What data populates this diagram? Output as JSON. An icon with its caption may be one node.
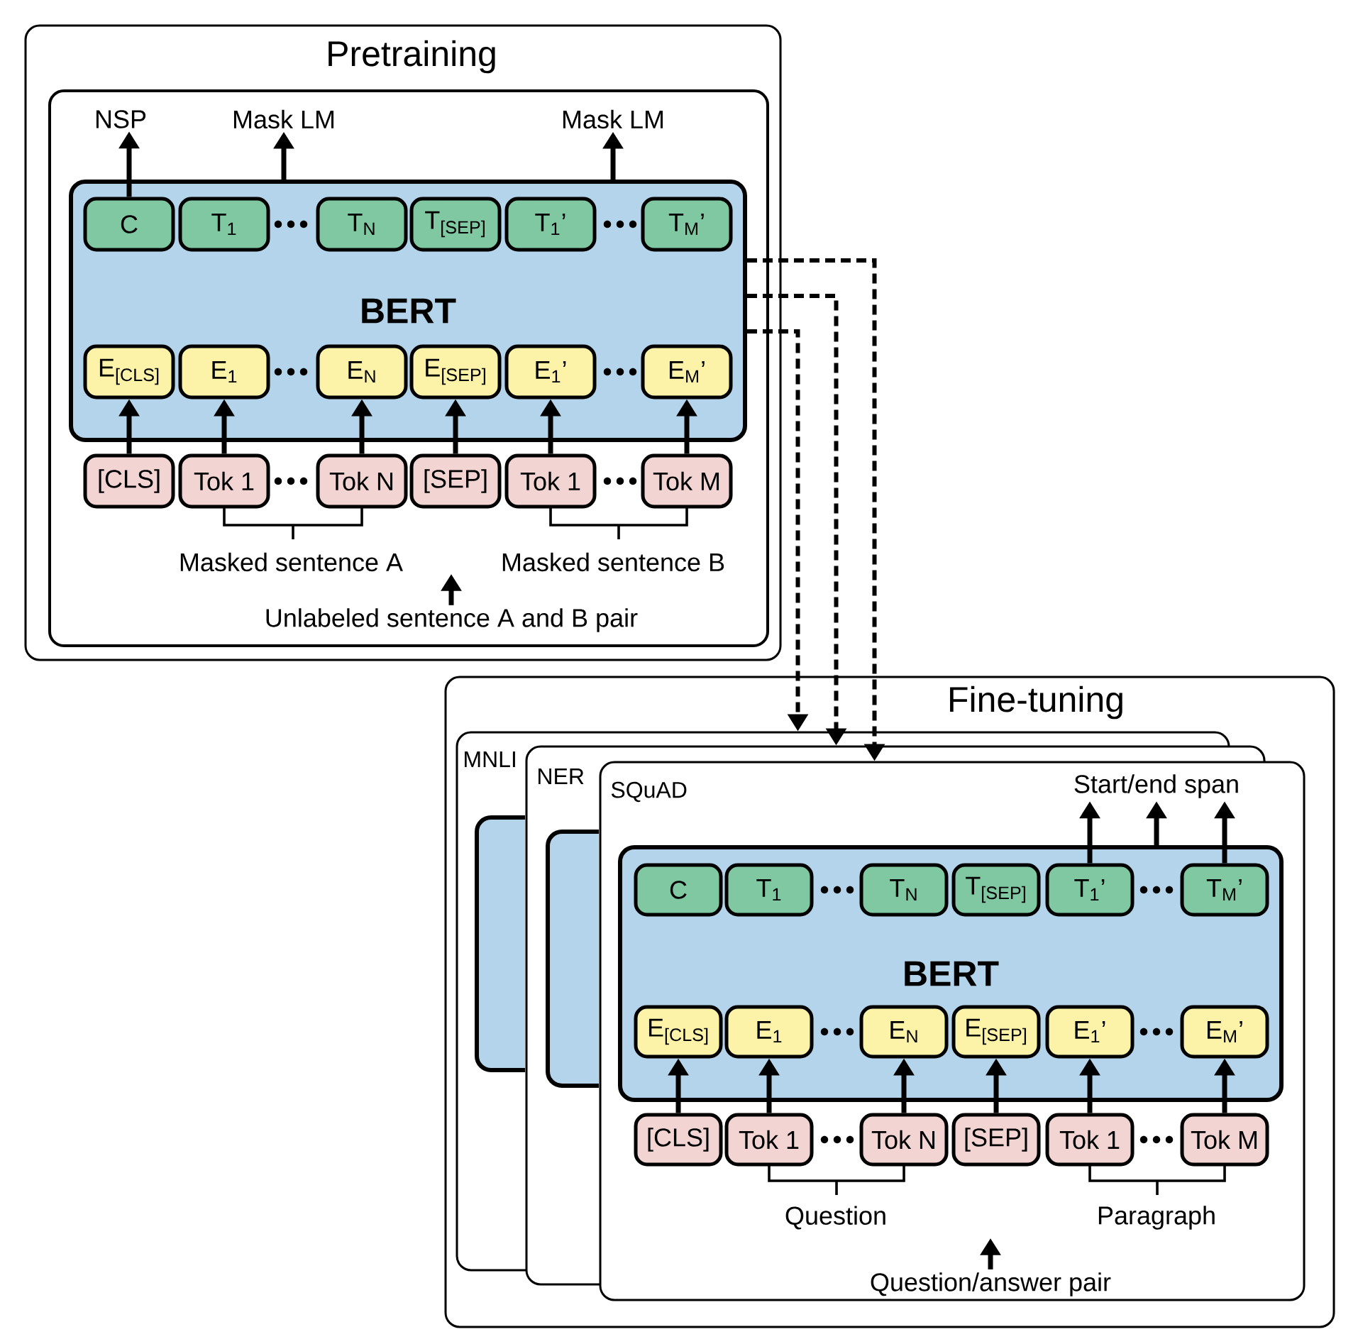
{
  "diagram": {
    "nodes": [
      {
        "text": [
          "Pretraining"
        ]
      },
      {
        "text": [],
        "shape": "box",
        "in": 0
      },
      {
        "text": [
          "NSP"
        ],
        "in": 1
      },
      {
        "text": [
          "Mask LM"
        ],
        "in": 1
      },
      {
        "text": [
          "Mask LM"
        ],
        "in": 1
      },
      {
        "text": [
          "BERT"
        ],
        "in": 1
      },
      {
        "text": [
          "C"
        ],
        "in": 5
      },
      {
        "text": [
          "T$_{1}$"
        ],
        "in": 5
      },
      {
        "text": [
          "T$_{N}$"
        ],
        "in": 5
      },
      {
        "text": [
          "T$_{[SEP]}$"
        ],
        "in": 5
      },
      {
        "text": [
          "T$_{1}$’"
        ],
        "in": 5
      },
      {
        "text": [
          "T$_{M}$’"
        ],
        "in": 5
      },
      {
        "text": [
          "E$_{[CLS]}$"
        ],
        "in": 5
      },
      {
        "text": [
          "E$_{1}$"
        ],
        "in": 5
      },
      {
        "text": [
          "E$_{N}$"
        ],
        "in": 5
      },
      {
        "text": [
          "E$_{[SEP]}$"
        ],
        "in": 5
      },
      {
        "text": [
          "E$_{1}$’"
        ],
        "in": 5
      },
      {
        "text": [
          "E$_{M}$’"
        ],
        "in": 5
      },
      {
        "text": [
          "[CLS]"
        ],
        "in": 1
      },
      {
        "text": [
          "Tok 1"
        ],
        "in": 1
      },
      {
        "text": [
          "Tok N"
        ],
        "in": 1
      },
      {
        "text": [
          "[SEP]"
        ],
        "in": 1
      },
      {
        "text": [
          "Tok 1"
        ],
        "in": 1
      },
      {
        "text": [
          "Tok M"
        ],
        "in": 1
      },
      {
        "text": [
          "Unlabeled sentence A and B pair"
        ],
        "in": 1
      },
      {
        "text": [
          "Fine-tuning"
        ]
      },
      {
        "text": [
          "MNLI"
        ],
        "in": 25
      },
      {
        "text": [],
        "shape": "box",
        "in": 26
      },
      {
        "text": [
          "NER"
        ],
        "in": 25
      },
      {
        "text": [],
        "shape": "box",
        "in": 28
      },
      {
        "text": [
          "SQuAD"
        ],
        "in": 25
      },
      {
        "text": [
          "Start/end span"
        ],
        "in": 30
      },
      {
        "text": [
          "BERT"
        ],
        "in": 30
      },
      {
        "text": [
          "C"
        ],
        "in": 32
      },
      {
        "text": [
          "T$_{1}$"
        ],
        "in": 32
      },
      {
        "text": [
          "T$_{N}$"
        ],
        "in": 32
      },
      {
        "text": [
          "T$_{[SEP]}$"
        ],
        "in": 32
      },
      {
        "text": [
          "T$_{1}$’"
        ],
        "in": 32
      },
      {
        "text": [
          "T$_{M}$’"
        ],
        "in": 32
      },
      {
        "text": [
          "E$_{[CLS]}$"
        ],
        "in": 32
      },
      {
        "text": [
          "E$_{1}$"
        ],
        "in": 32
      },
      {
        "text": [
          "E$_{N}$"
        ],
        "in": 32
      },
      {
        "text": [
          "E$_{[SEP]}$"
        ],
        "in": 32
      },
      {
        "text": [
          "E$_{1}$’"
        ],
        "in": 32
      },
      {
        "text": [
          "E$_{M}$’"
        ],
        "in": 32
      },
      {
        "text": [
          "[CLS]"
        ],
        "in": 30
      },
      {
        "text": [
          "Tok 1"
        ],
        "in": 30
      },
      {
        "text": [
          "Tok N"
        ],
        "in": 30
      },
      {
        "text": [
          "[SEP]"
        ],
        "in": 30
      },
      {
        "text": [
          "Tok 1"
        ],
        "in": 30
      },
      {
        "text": [
          "Tok M"
        ],
        "in": 30
      },
      {
        "text": [
          "Question/answer pair"
        ],
        "in": 30
      }
    ],
    "edges": [
      {
        "from": 6,
        "to": 2,
        "arrow": "to"
      },
      {
        "from": 5,
        "to": 3,
        "arrow": "to"
      },
      {
        "from": 5,
        "to": 4,
        "arrow": "to"
      },
      {
        "from": 18,
        "to": 12,
        "arrow": "to"
      },
      {
        "from": 19,
        "to": 13,
        "arrow": "to"
      },
      {
        "from": 20,
        "to": 14,
        "arrow": "to"
      },
      {
        "from": 21,
        "to": 15,
        "arrow": "to"
      },
      {
        "from": 22,
        "to": 16,
        "arrow": "to"
      },
      {
        "from": 23,
        "to": 17,
        "arrow": "to"
      },
      {
        "from": 24,
        "to": null,
        "arrow": "to"
      },
      {
        "from": 5,
        "to": 26,
        "arrow": "to",
        "style": "dashed"
      },
      {
        "from": 5,
        "to": 28,
        "arrow": "to",
        "style": "dashed"
      },
      {
        "from": 5,
        "to": 30,
        "arrow": "to",
        "style": "dashed"
      },
      {
        "from": 37,
        "to": 31,
        "arrow": "to"
      },
      {
        "from": 32,
        "to": 31,
        "arrow": "to"
      },
      {
        "from": 38,
        "to": 31,
        "arrow": "to"
      },
      {
        "from": 45,
        "to": 39,
        "arrow": "to"
      },
      {
        "from": 46,
        "to": 40,
        "arrow": "to"
      },
      {
        "from": 47,
        "to": 41,
        "arrow": "to"
      },
      {
        "from": 48,
        "to": 42,
        "arrow": "to"
      },
      {
        "from": 49,
        "to": 43,
        "arrow": "to"
      },
      {
        "from": 50,
        "to": 44,
        "arrow": "to"
      },
      {
        "from": 51,
        "to": null,
        "arrow": "to"
      }
    ],
    "labels": [
      "Masked sentence A",
      "Masked sentence B",
      "Question",
      "Paragraph"
    ]
  }
}
